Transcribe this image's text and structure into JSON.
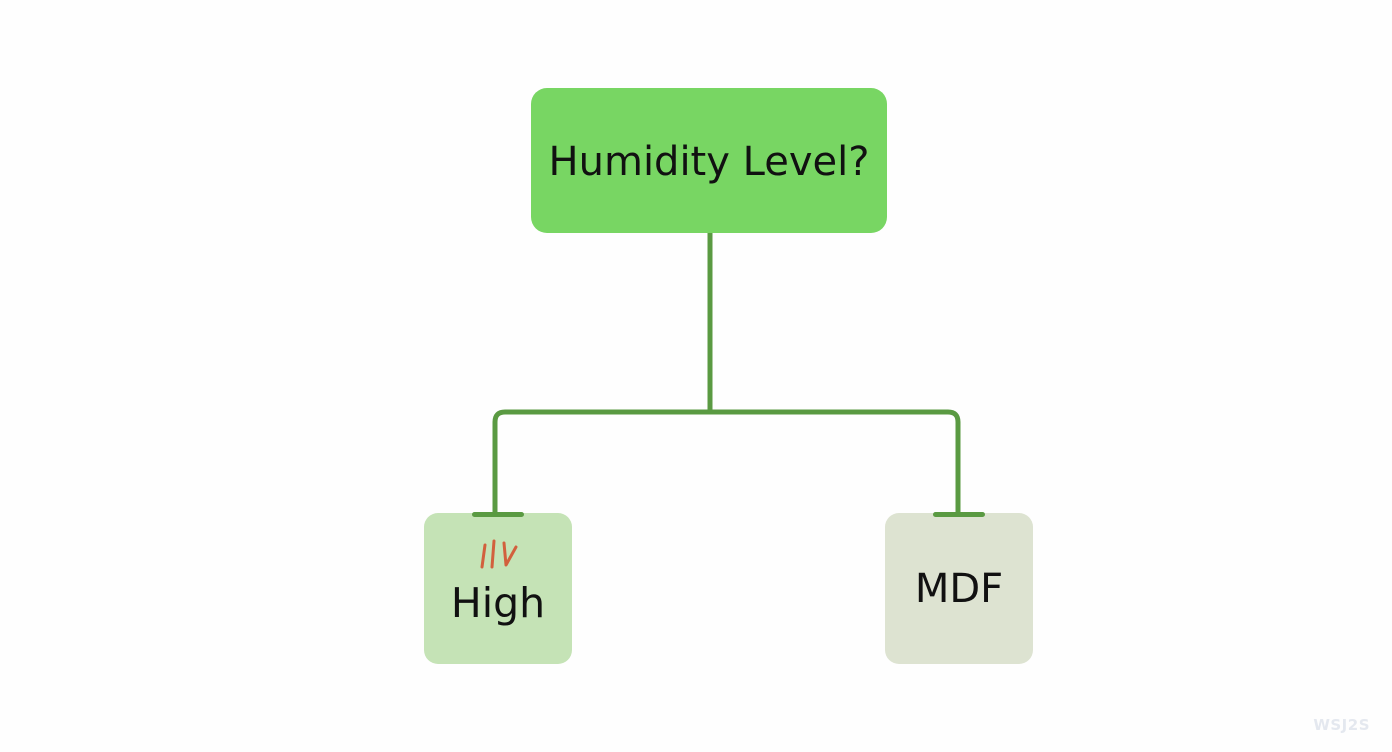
{
  "diagram": {
    "root": {
      "label": "Humidity Level?"
    },
    "children": [
      {
        "label": "High",
        "glyph": "IlV"
      },
      {
        "label": "MDF"
      }
    ]
  },
  "watermark": {
    "text": "WSJ2S"
  },
  "colors": {
    "root_fill": "#78d663",
    "left_fill": "#c5e3b6",
    "right_fill": "#dde3d1",
    "connector": "#5a9a42",
    "glyph": "#d2603d"
  }
}
